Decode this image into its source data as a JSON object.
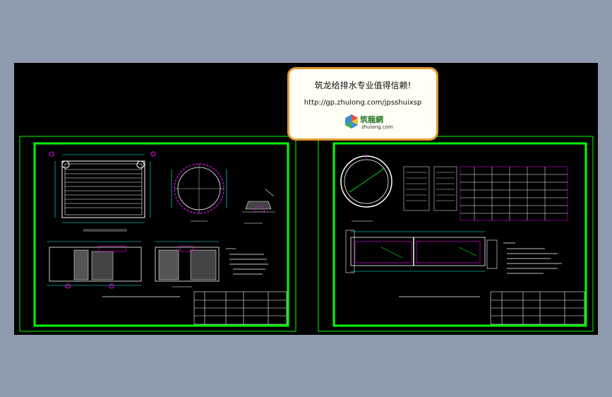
{
  "banner": {
    "slogan": "筑龙给排水专业值得信赖!",
    "url": "http://gp.zhulong.com/jpsshuixsp",
    "logo_text": "筑龍網",
    "logo_sub": "zhulong.com"
  },
  "colors": {
    "background": "#8e9aae",
    "canvas": "#000000",
    "frame": "#00ff00",
    "lines": "#ffffff",
    "dims": "#00ffff",
    "accent": "#ff00ff",
    "banner_border": "#e39a33"
  },
  "icons": [
    "zhulong-logo-icon"
  ]
}
